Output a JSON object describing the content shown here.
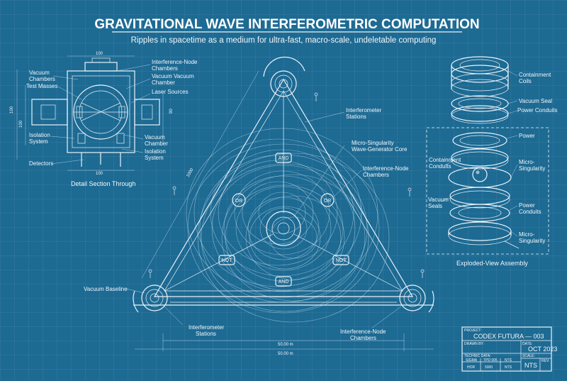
{
  "header": {
    "title": "GRAVITATIONAL WAVE INTERFEROMETRIC COMPUTATION",
    "subtitle": "Ripples in spacetime as a medium for ultra-fast, macro-scale, undeletable computing"
  },
  "detail": {
    "caption": "Detail Section Through",
    "labels_left": [
      "Vacuum",
      "Chambers",
      "Test Masses",
      "Isolation",
      "System",
      "Detectors"
    ],
    "labels_right": [
      "Interference-Node",
      "Chambers",
      "Vacuum Vacuum",
      "Chamber",
      "Laser Sources",
      "Vacuum",
      "Chamber",
      "Isolation",
      "System"
    ],
    "dims": [
      "100",
      "100",
      "100",
      "90",
      "100"
    ]
  },
  "main": {
    "labels": {
      "stations_top": [
        "Interferometer",
        "Stations"
      ],
      "core": [
        "Micro-Singularity",
        "Wave-Generator Core"
      ],
      "nodes_right": [
        "Interference-Node",
        "Chambers"
      ],
      "baseline": "Vacuum Baseline",
      "stations_bottom": [
        "Interferometer",
        "Stations"
      ],
      "nodes_bottom": [
        "Interference-Node",
        "Chambers"
      ]
    },
    "gates": {
      "and_top": "AND",
      "or_left": "OR",
      "or_right": "OR",
      "not_left": "NOT",
      "not_right": "NOT",
      "and_bottom": "AND"
    },
    "dims": {
      "side": "1000",
      "base_inner": "50.00 m",
      "base_outer": "50.00 m"
    }
  },
  "assembly": {
    "caption": "Exploded-View Assembly",
    "labels": [
      "Containment",
      "Coils",
      "Vacuum Seal",
      "Power Conduits",
      "Power",
      "Containment",
      "Conduits",
      "Micro-",
      "Singularity",
      "Vacuum",
      "Seals",
      "Power",
      "Conduits",
      "Micro-",
      "Singularity"
    ]
  },
  "title_block": {
    "project_label": "PROJECT:",
    "project": "CODEX FUTURA — 003",
    "drawn_label": "DRAWN BY:",
    "date_label": "DATE:",
    "date": "OCT 2023",
    "tech_label": "TECHNIC DATA:",
    "scale_label": "SCALE:",
    "scale": "NTS",
    "rev_label": "REV:",
    "cells": [
      "SIGMA",
      "TPD 005",
      "NTS",
      "HOR",
      "5000",
      "NTS"
    ]
  },
  "colors": {
    "background": "#1d6a93",
    "line": "#eaf3f9"
  }
}
